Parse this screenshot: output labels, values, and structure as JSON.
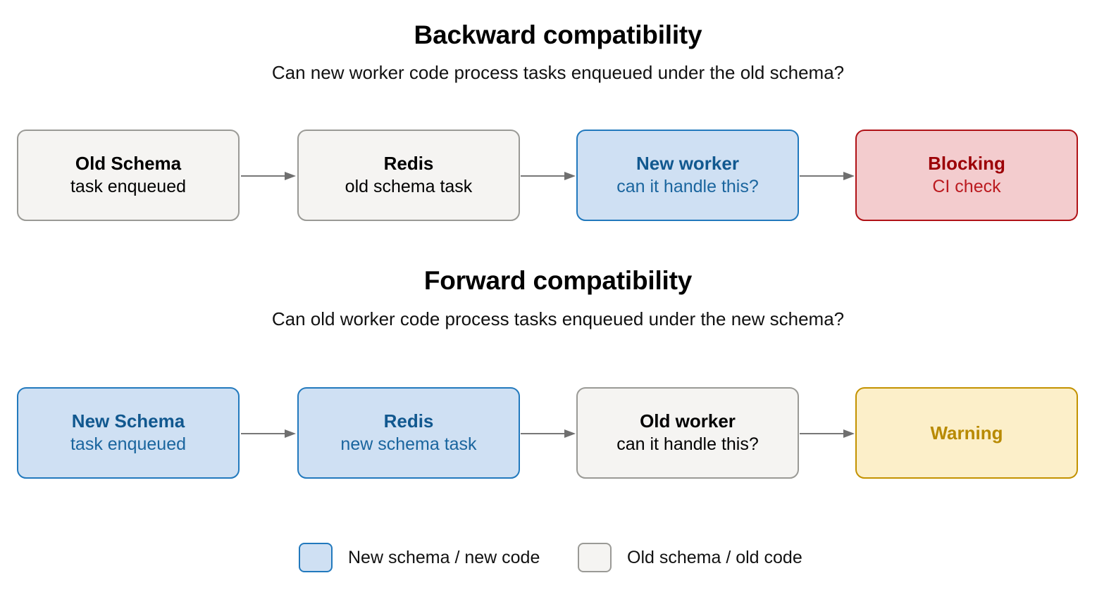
{
  "sections": [
    {
      "id": "backward",
      "title": "Backward compatibility",
      "subtitle": "Can new worker code process tasks enqueued under the old schema?",
      "nodes": [
        {
          "title": "Old Schema",
          "sub": "task enqueued",
          "variant": "grey"
        },
        {
          "title": "Redis",
          "sub": "old schema task",
          "variant": "grey"
        },
        {
          "title": "New worker",
          "sub": "can it handle this?",
          "variant": "blue"
        },
        {
          "title": "Blocking",
          "sub": "CI check",
          "variant": "red"
        }
      ]
    },
    {
      "id": "forward",
      "title": "Forward compatibility",
      "subtitle": "Can old worker code process tasks enqueued under the new schema?",
      "nodes": [
        {
          "title": "New Schema",
          "sub": "task enqueued",
          "variant": "blue"
        },
        {
          "title": "Redis",
          "sub": "new schema task",
          "variant": "blue"
        },
        {
          "title": "Old worker",
          "sub": "can it handle this?",
          "variant": "grey"
        },
        {
          "title": "Warning",
          "sub": "",
          "variant": "yellow"
        }
      ]
    }
  ],
  "legend": {
    "items": [
      {
        "label": "New schema / new code",
        "swatch": "blue"
      },
      {
        "label": "Old schema / old code",
        "swatch": "grey"
      }
    ]
  },
  "colors": {
    "grey_fill": "#f5f4f2",
    "grey_border": "#9a9a96",
    "blue_fill": "#cfe0f3",
    "blue_border": "#2279bd",
    "blue_text": "#11588f",
    "red_fill": "#f3ccce",
    "red_border": "#b01217",
    "red_text": "#9c0006",
    "yellow_fill": "#fcefc9",
    "yellow_border": "#c39200",
    "yellow_text": "#b88a00",
    "arrow": "#777777",
    "background": "#ffffff"
  }
}
